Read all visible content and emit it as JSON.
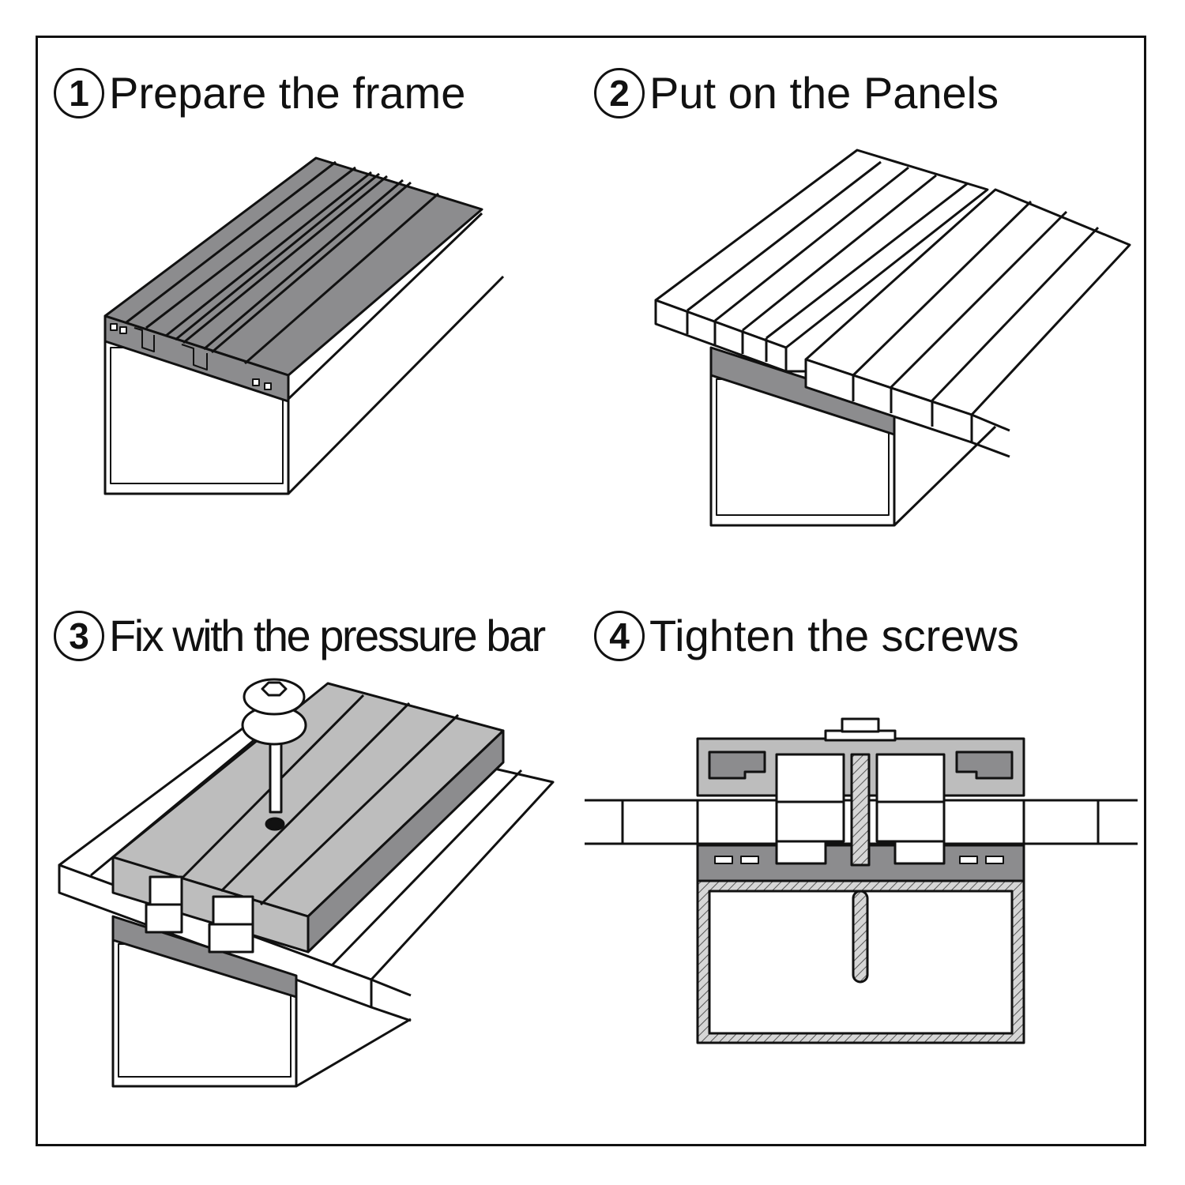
{
  "steps": [
    {
      "number": "1",
      "label": "Prepare the frame"
    },
    {
      "number": "2",
      "label": "Put on the Panels"
    },
    {
      "number": "3",
      "label": "Fix with the pressure bar"
    },
    {
      "number": "4",
      "label": "Tighten the screws"
    }
  ],
  "colors": {
    "outline": "#111111",
    "dark_gray": "#8c8c8e",
    "light_gray": "#bdbdbd",
    "white": "#ffffff"
  }
}
